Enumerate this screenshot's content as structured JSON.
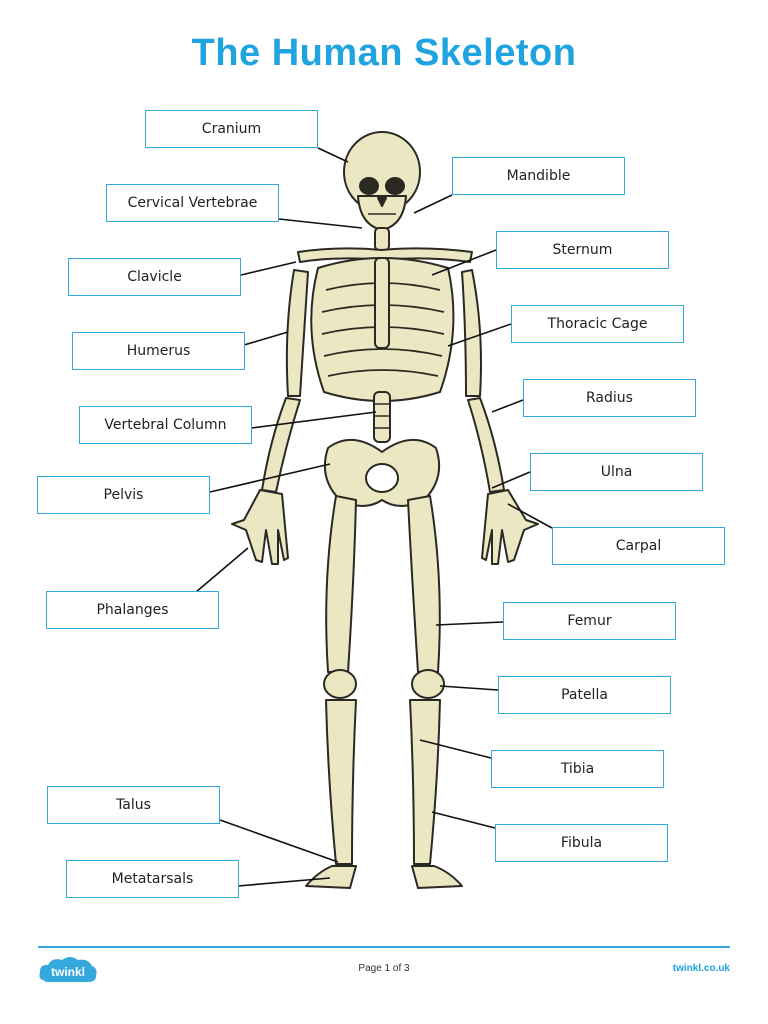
{
  "title": "The Human Skeleton",
  "labels": {
    "cranium": "Cranium",
    "mandible": "Mandible",
    "cervical_vertebrae": "Cervical Vertebrae",
    "sternum": "Sternum",
    "clavicle": "Clavicle",
    "thoracic_cage": "Thoracic Cage",
    "humerus": "Humerus",
    "radius": "Radius",
    "vertebral_column": "Vertebral Column",
    "ulna": "Ulna",
    "pelvis": "Pelvis",
    "carpal": "Carpal",
    "phalanges": "Phalanges",
    "femur": "Femur",
    "patella": "Patella",
    "tibia": "Tibia",
    "talus": "Talus",
    "fibula": "Fibula",
    "metatarsals": "Metatarsals"
  },
  "footer": {
    "logo_text": "twinkl",
    "page": "Page 1 of 3",
    "site": "twinkl.co.uk"
  },
  "colors": {
    "accent": "#1fa4e0",
    "bone": "#ece7c3",
    "bone_outline": "#2b2a22"
  }
}
